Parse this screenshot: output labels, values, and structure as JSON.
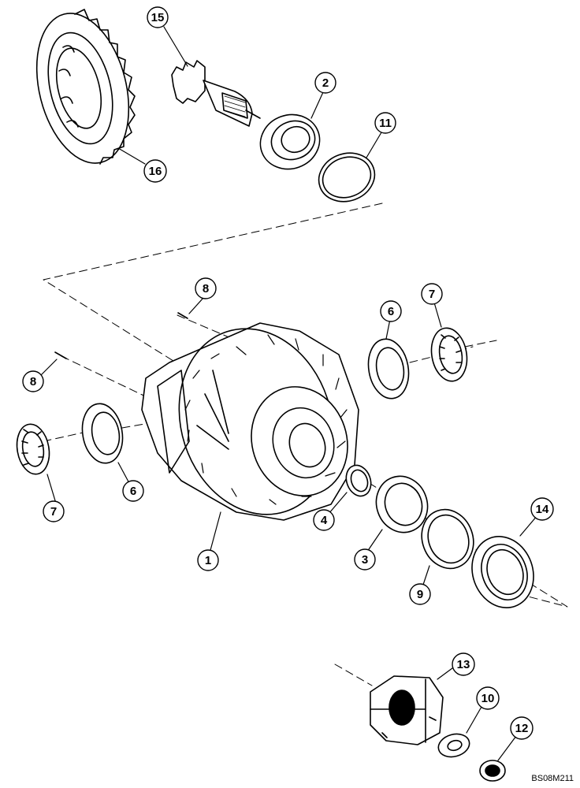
{
  "figure_code": "BS08M211",
  "callouts": [
    {
      "id": "c15",
      "label": "15"
    },
    {
      "id": "c2",
      "label": "2"
    },
    {
      "id": "c11",
      "label": "11"
    },
    {
      "id": "c16",
      "label": "16"
    },
    {
      "id": "c8a",
      "label": "8"
    },
    {
      "id": "c8b",
      "label": "8"
    },
    {
      "id": "c6a",
      "label": "6"
    },
    {
      "id": "c7a",
      "label": "7"
    },
    {
      "id": "c6b",
      "label": "6"
    },
    {
      "id": "c7b",
      "label": "7"
    },
    {
      "id": "c4",
      "label": "4"
    },
    {
      "id": "c1",
      "label": "1"
    },
    {
      "id": "c3",
      "label": "3"
    },
    {
      "id": "c9",
      "label": "9"
    },
    {
      "id": "c14",
      "label": "14"
    },
    {
      "id": "c13",
      "label": "13"
    },
    {
      "id": "c10",
      "label": "10"
    },
    {
      "id": "c12",
      "label": "12"
    }
  ]
}
